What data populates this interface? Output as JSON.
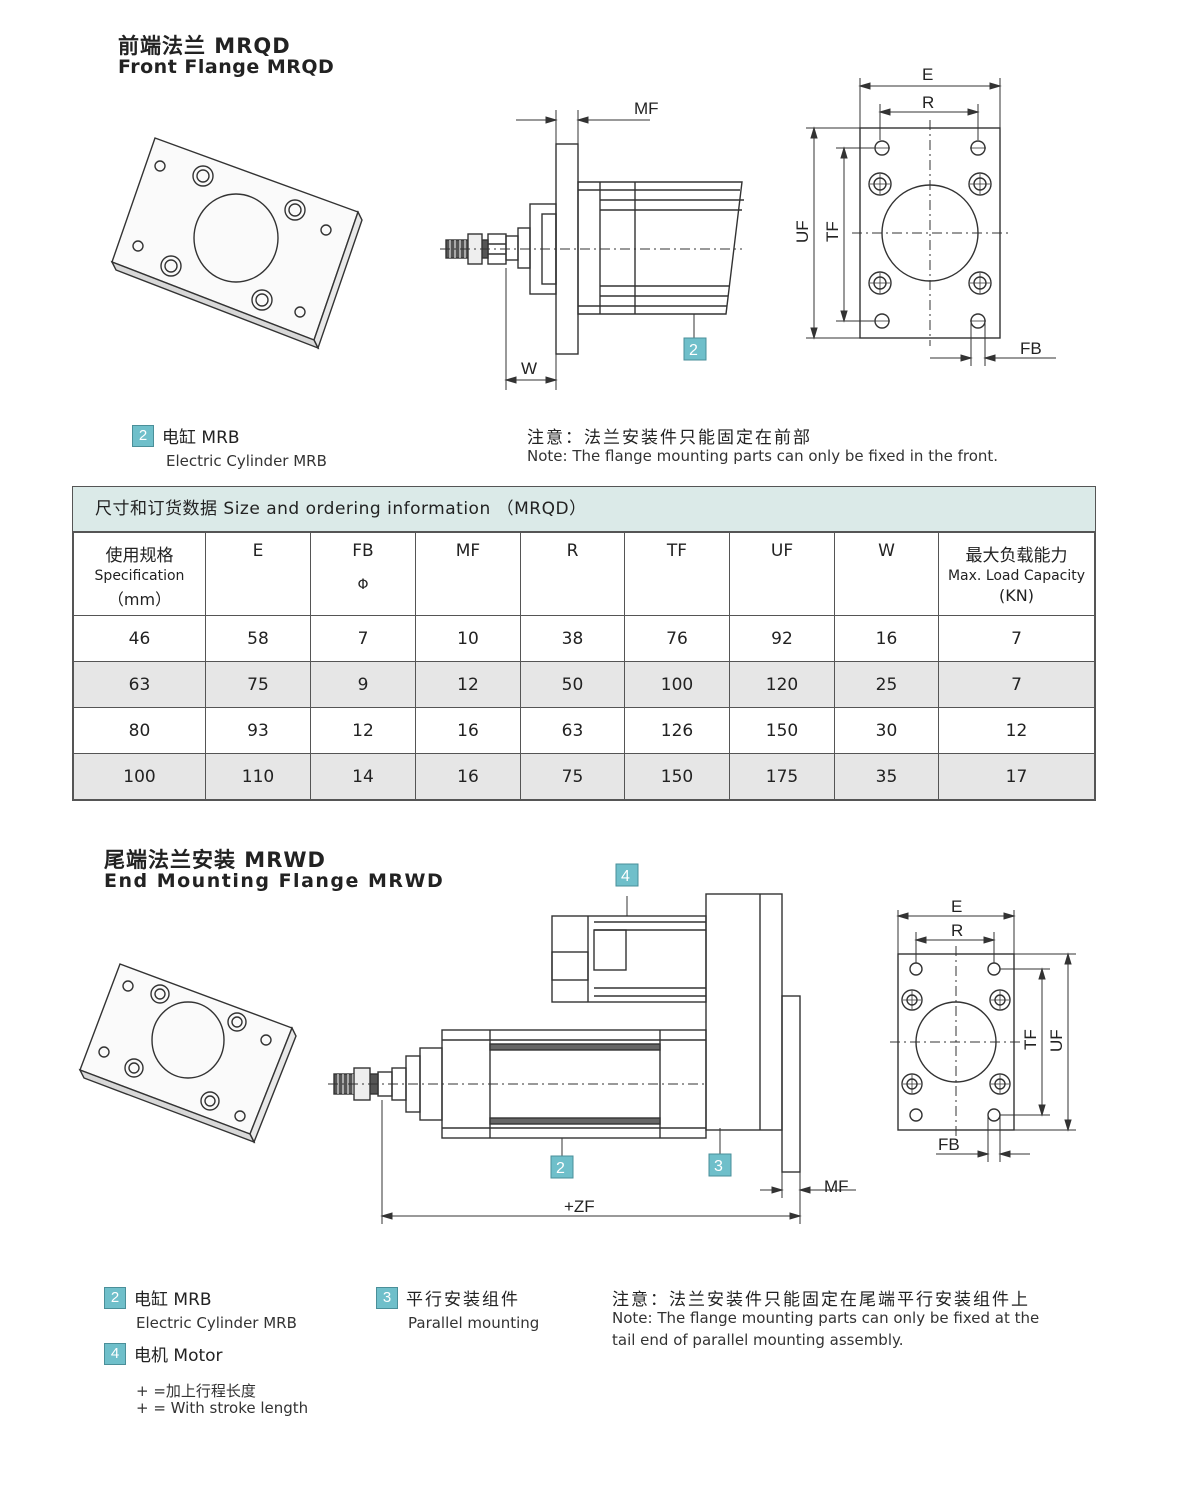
{
  "section1": {
    "title_cn": "前端法兰 MRQD",
    "title_en": "Front Flange MRQD",
    "dims": {
      "mf": "MF",
      "w": "W",
      "e": "E",
      "r": "R",
      "uf": "UF",
      "tf": "TF",
      "fb": "FB"
    },
    "callout": "2",
    "legend": {
      "badge": "2",
      "cn": "电缸 MRB",
      "en": "Electric Cylinder MRB"
    },
    "note_cn": "注意：法兰安装件只能固定在前部",
    "note_en": "Note: The flange mounting parts can only be fixed in the front."
  },
  "table": {
    "title": "尺寸和订货数据 Size and ordering information （MRQD）",
    "headers": {
      "spec_cn": "使用规格",
      "spec_en": "Specification",
      "spec_unit": "（mm）",
      "e": "E",
      "fb": "FB",
      "fb_sym": "Φ",
      "mf": "MF",
      "r": "R",
      "tf": "TF",
      "uf": "UF",
      "w": "W",
      "load_cn": "最大负载能力",
      "load_en": "Max. Load Capacity",
      "load_unit": "(KN)"
    },
    "rows": [
      [
        "46",
        "58",
        "7",
        "10",
        "38",
        "76",
        "92",
        "16",
        "7"
      ],
      [
        "63",
        "75",
        "9",
        "12",
        "50",
        "100",
        "120",
        "25",
        "7"
      ],
      [
        "80",
        "93",
        "12",
        "16",
        "63",
        "126",
        "150",
        "30",
        "12"
      ],
      [
        "100",
        "110",
        "14",
        "16",
        "75",
        "150",
        "175",
        "35",
        "17"
      ]
    ]
  },
  "section2": {
    "title_cn": "尾端法兰安装 MRWD",
    "title_en": "End Mounting Flange MRWD",
    "dims": {
      "e": "E",
      "r": "R",
      "tf": "TF",
      "uf": "UF",
      "fb": "FB",
      "mf": "MF",
      "zf": "+ZF"
    },
    "callouts": {
      "c2": "2",
      "c3": "3",
      "c4": "4"
    },
    "legend": {
      "item2": {
        "badge": "2",
        "cn": "电缸 MRB",
        "en": "Electric Cylinder MRB"
      },
      "item3": {
        "badge": "3",
        "cn": "平行安装组件",
        "en": "Parallel mounting"
      },
      "item4": {
        "badge": "4",
        "cn": "电机 Motor"
      },
      "plus_cn": "+ =加上行程长度",
      "plus_en": "+ = With stroke length"
    },
    "note_cn": "注意：法兰安装件只能固定在尾端平行安装组件上",
    "note_en_1": "Note: The flange mounting parts can only be fixed at the",
    "note_en_2": "tail end of parallel mounting assembly."
  },
  "colors": {
    "badge": "#6fbfca",
    "table_title_bg": "#dbeae8",
    "row_alt": "#e6e6e6"
  }
}
